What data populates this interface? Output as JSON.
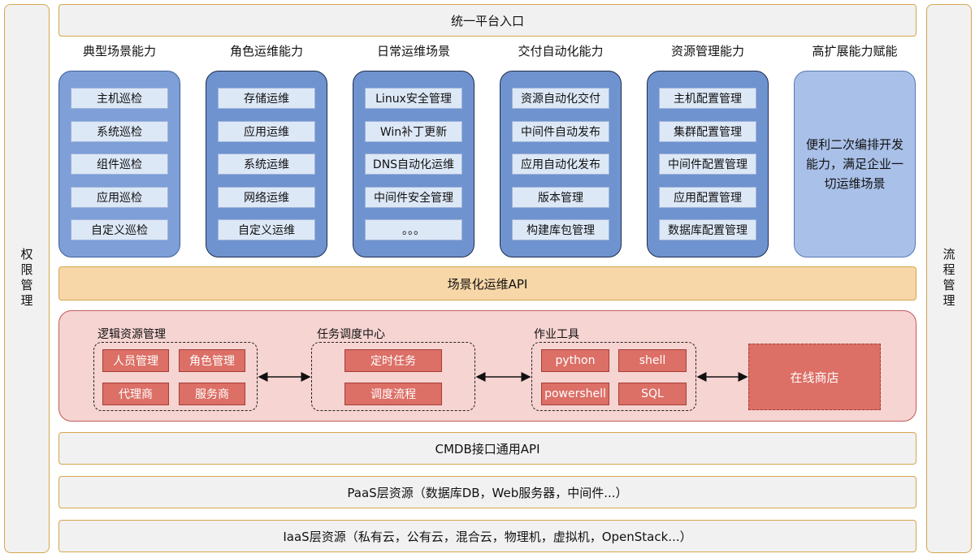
{
  "left_side": "权限管理",
  "right_side": "流程管理",
  "top_bar": "统一平台入口",
  "columns": [
    {
      "title": "典型场景能力",
      "items": [
        "主机巡检",
        "系统巡检",
        "组件巡检",
        "应用巡检",
        "自定义巡检"
      ]
    },
    {
      "title": "角色运维能力",
      "items": [
        "存储运维",
        "应用运维",
        "系统运维",
        "网络运维",
        "自定义运维"
      ]
    },
    {
      "title": "日常运维场景",
      "items": [
        "Linux安全管理",
        "Win补丁更新",
        "DNS自动化运维",
        "中间件安全管理",
        "。。。"
      ]
    },
    {
      "title": "交付自动化能力",
      "items": [
        "资源自动化交付",
        "中间件自动发布",
        "应用自动化发布",
        "版本管理",
        "构建库包管理"
      ]
    },
    {
      "title": "资源管理能力",
      "items": [
        "主机配置管理",
        "集群配置管理",
        "中间件配置管理",
        "应用配置管理",
        "数据库配置管理"
      ]
    },
    {
      "title": "高扩展能力赋能",
      "description": "便利二次编排开发能力，满足企业一切运维场景"
    }
  ],
  "api_bar": "场景化运维API",
  "logic": {
    "title": "逻辑资源管理",
    "items": [
      "人员管理",
      "角色管理",
      "代理商",
      "服务商"
    ]
  },
  "task": {
    "title": "任务调度中心",
    "items": [
      "定时任务",
      "调度流程"
    ]
  },
  "tools": {
    "title": "作业工具",
    "items": [
      "python",
      "shell",
      "powershell",
      "SQL"
    ]
  },
  "store": "在线商店",
  "cmdb_bar": "CMDB接口通用API",
  "paas_bar": "PaaS层资源（数据库DB，Web服务器，中间件...）",
  "iaas_bar": "IaaS层资源（私有云，公有云，混合云，物理机，虚拟机，OpenStack...）"
}
